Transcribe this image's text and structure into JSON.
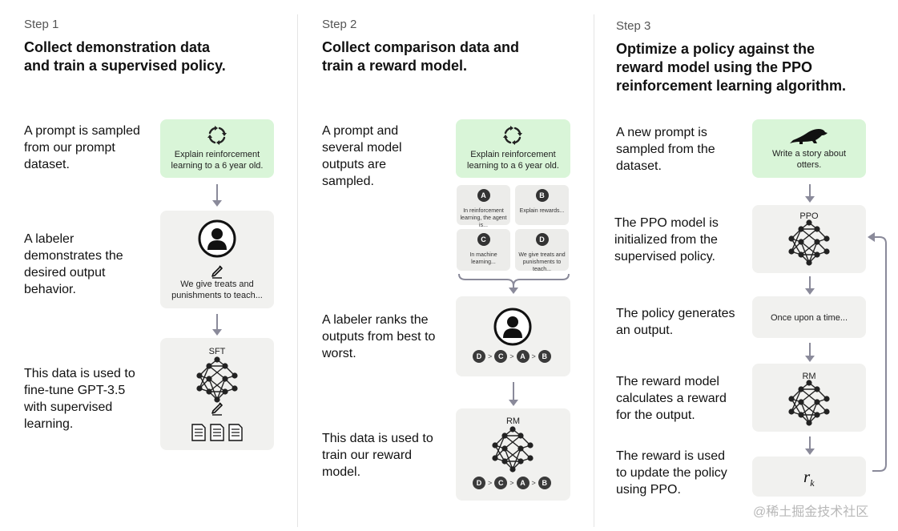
{
  "watermark": "@稀土掘金技术社区",
  "step1": {
    "label": "Step 1",
    "title": "Collect demonstration data and train a supervised policy.",
    "desc1": "A prompt is sampled from our prompt dataset.",
    "desc2": "A labeler demonstrates the desired output behavior.",
    "desc3": "This data is used to fine-tune GPT-3.5 with supervised learning.",
    "prompt_text": "Explain reinforcement learning to a 6 year old.",
    "demo_text": "We give treats and punishments to teach...",
    "sft_label": "SFT"
  },
  "step2": {
    "label": "Step 2",
    "title": "Collect comparison data and train a reward model.",
    "desc1": "A prompt and several model outputs are sampled.",
    "desc2": "A labeler ranks the outputs from best to worst.",
    "desc3": "This data is used to train our reward model.",
    "prompt_text": "Explain reinforcement learning to a 6 year old.",
    "outputs": [
      {
        "letter": "A",
        "text": "In reinforcement learning, the agent is..."
      },
      {
        "letter": "B",
        "text": "Explain rewards..."
      },
      {
        "letter": "C",
        "text": "In machine learning..."
      },
      {
        "letter": "D",
        "text": "We give treats and punishments to teach..."
      }
    ],
    "ranking": [
      "D",
      "C",
      "A",
      "B"
    ],
    "rank_sep": ">",
    "rm_label": "RM"
  },
  "step3": {
    "label": "Step 3",
    "title": "Optimize a policy against the reward model using the PPO reinforcement learning algorithm.",
    "desc1": "A new prompt is sampled from the dataset.",
    "desc2": "The PPO model is initialized from the supervised policy.",
    "desc3": "The policy generates an output.",
    "desc4": "The reward model calculates a reward for the output.",
    "desc5": "The reward is used to update the policy using PPO.",
    "prompt_text": "Write a story about otters.",
    "ppo_label": "PPO",
    "output_text": "Once upon a time...",
    "rm_label": "RM",
    "reward_symbol": "r",
    "reward_sub": "k"
  }
}
